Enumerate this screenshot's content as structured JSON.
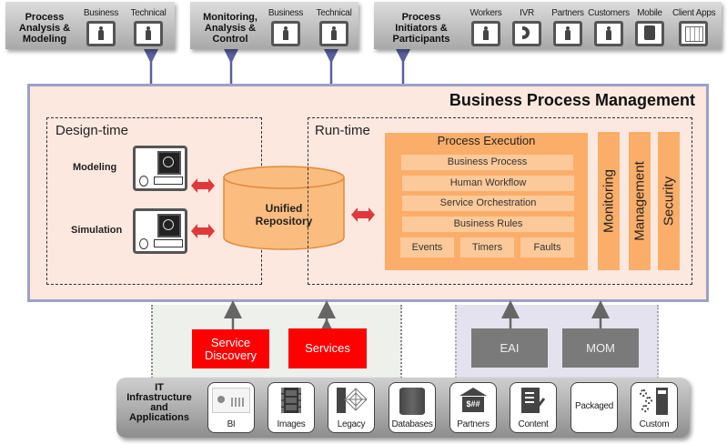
{
  "top_groups": [
    {
      "title": "Process Analysis & Modeling",
      "actors": [
        {
          "label": "Business",
          "icon": "person-icon"
        },
        {
          "label": "Technical",
          "icon": "person-icon"
        }
      ]
    },
    {
      "title": "Monitoring, Analysis & Control",
      "actors": [
        {
          "label": "Business",
          "icon": "person-icon"
        },
        {
          "label": "Technical",
          "icon": "person-icon"
        }
      ]
    },
    {
      "title": "Process Initiators & Participants",
      "actors": [
        {
          "label": "Workers",
          "icon": "person-icon"
        },
        {
          "label": "IVR",
          "icon": "phone-icon"
        },
        {
          "label": "Partners",
          "icon": "person-icon"
        },
        {
          "label": "Customers",
          "icon": "person-icon"
        },
        {
          "label": "Mobile",
          "icon": "mobile-icon"
        },
        {
          "label": "Client Apps",
          "icon": "client-apps-icon"
        }
      ]
    }
  ],
  "bpm": {
    "title": "Business Process Management",
    "design_time": {
      "label": "Design-time",
      "tools": [
        {
          "label": "Modeling",
          "icon": "computer-icon"
        },
        {
          "label": "Simulation",
          "icon": "computer-icon"
        }
      ]
    },
    "repository": {
      "line1": "Unified",
      "line2": "Repository"
    },
    "run_time": {
      "label": "Run-time",
      "process_execution": {
        "title": "Process Execution",
        "rows": [
          "Business Process",
          "Human Workflow",
          "Service Orchestration",
          "Business Rules"
        ],
        "bottom": [
          "Events",
          "Timers",
          "Faults"
        ]
      },
      "side_bars": [
        "Monitoring",
        "Management",
        "Security"
      ]
    }
  },
  "middleware": {
    "red": [
      {
        "line1": "Service",
        "line2": "Discovery"
      },
      {
        "line1": "Services",
        "line2": ""
      }
    ],
    "grey": [
      "EAI",
      "MOM"
    ]
  },
  "infrastructure": {
    "title": [
      "IT",
      "Infrastructure",
      "and",
      "Applications"
    ],
    "apps": [
      {
        "label": "BI",
        "icon": "dashboard-icon"
      },
      {
        "label": "Images",
        "icon": "film-icon"
      },
      {
        "label": "Legacy",
        "icon": "legacy-web-icon"
      },
      {
        "label": "Databases",
        "icon": "database-icon"
      },
      {
        "label": "Partners",
        "icon": "partner-building-icon"
      },
      {
        "label": "Content",
        "icon": "document-check-icon"
      },
      {
        "label": "Packaged",
        "icon": ""
      },
      {
        "label": "Custom",
        "icon": "gears-server-icon"
      }
    ]
  },
  "colors": {
    "orange": "#fbae6a",
    "light_orange": "#fcc99a",
    "panel_bg": "#fde8df",
    "panel_border": "#9da0c8",
    "red": "#ff0000",
    "grey_box": "#7a7a7a",
    "arrow_blue": "#5b5f9e",
    "arrow_red": "#e0393b"
  }
}
